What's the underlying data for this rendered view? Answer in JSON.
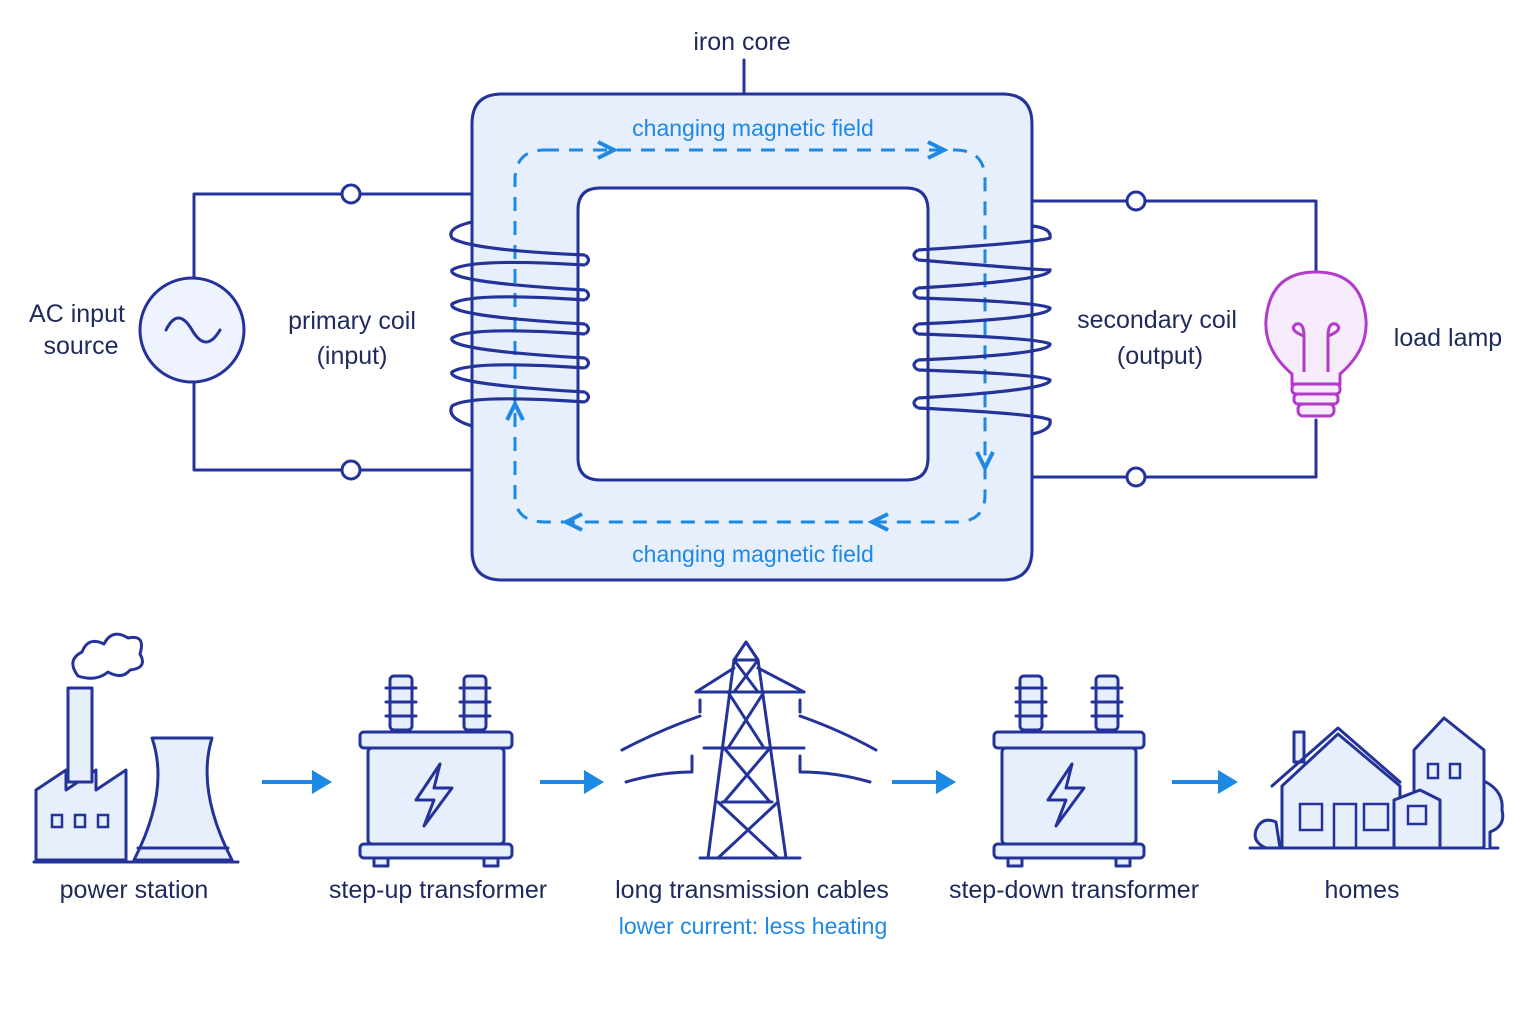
{
  "transformer": {
    "iron_core_label": "iron core",
    "field_label_top": "changing magnetic field",
    "field_label_bottom": "changing magnetic field",
    "ac_source_label_line1": "AC input",
    "ac_source_label_line2": "source",
    "primary_label_line1": "primary coil",
    "primary_label_line2": "(input)",
    "secondary_label_line1": "secondary coil",
    "secondary_label_line2": "(output)",
    "lamp_label": "load lamp"
  },
  "chain": {
    "steps": [
      {
        "label": "power station"
      },
      {
        "label": "step-up transformer"
      },
      {
        "label": "long transmission cables",
        "note": "lower current: less heating"
      },
      {
        "label": "step-down transformer"
      },
      {
        "label": "homes"
      }
    ]
  },
  "colors": {
    "navy": "#24339a",
    "field_blue": "#1e88e5",
    "core_fill": "#e8effc",
    "lamp_magenta": "#b23cc9"
  }
}
